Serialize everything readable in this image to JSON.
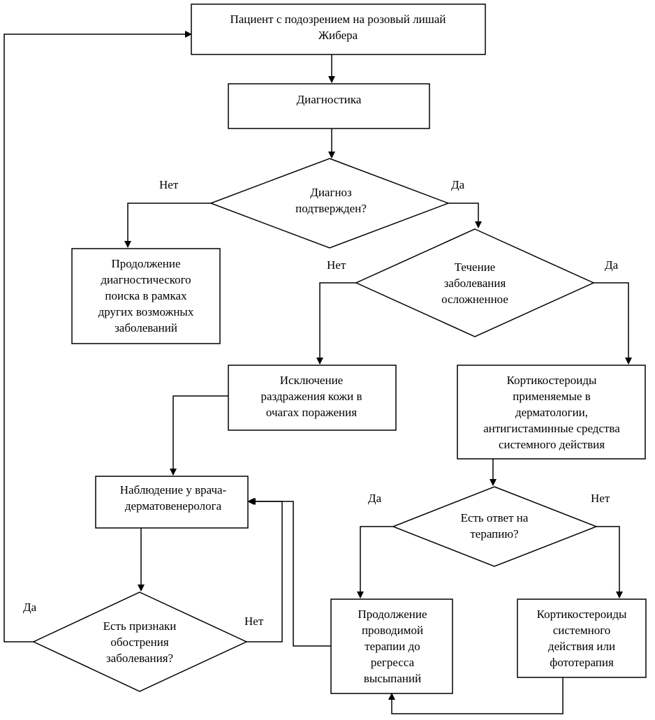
{
  "nodes": {
    "start": [
      "Пациент с подозрением на розовый лишай",
      "Жибера"
    ],
    "diagnostics": [
      "Диагностика"
    ],
    "diagnosis_confirmed": [
      "Диагноз",
      "подтвержден?"
    ],
    "continue_search": [
      "Продолжение",
      "диагностического",
      "поиска в рамках",
      "других возможных",
      "заболеваний"
    ],
    "course_complicated": [
      "Течение",
      "заболевания",
      "осложненное"
    ],
    "exclude_irritation": [
      "Исключение",
      "раздражения кожи в",
      "очагах поражения"
    ],
    "corticosteroids": [
      "Кортикостероиды",
      "применяемые в",
      "дерматологии,",
      "антигистаминные средства",
      "системного действия"
    ],
    "observation": [
      "Наблюдение у врача-",
      "дерматовенеролога"
    ],
    "therapy_response": [
      "Есть ответ на",
      "терапию?"
    ],
    "exacerbation": [
      "Есть признаки",
      "обострения",
      "заболевания?"
    ],
    "continue_therapy": [
      "Продолжение",
      "проводимой",
      "терапии до",
      "регресса",
      "высыпаний"
    ],
    "systemic_or_photo": [
      "Кортикостероиды",
      "системного",
      "действия или",
      "фототерапия"
    ]
  },
  "edge_labels": {
    "confirmed_no": "Нет",
    "confirmed_yes": "Да",
    "complicated_no": "Нет",
    "complicated_yes": "Да",
    "response_yes": "Да",
    "response_no": "Нет",
    "exacerbation_yes": "Да",
    "exacerbation_no": "Нет"
  }
}
